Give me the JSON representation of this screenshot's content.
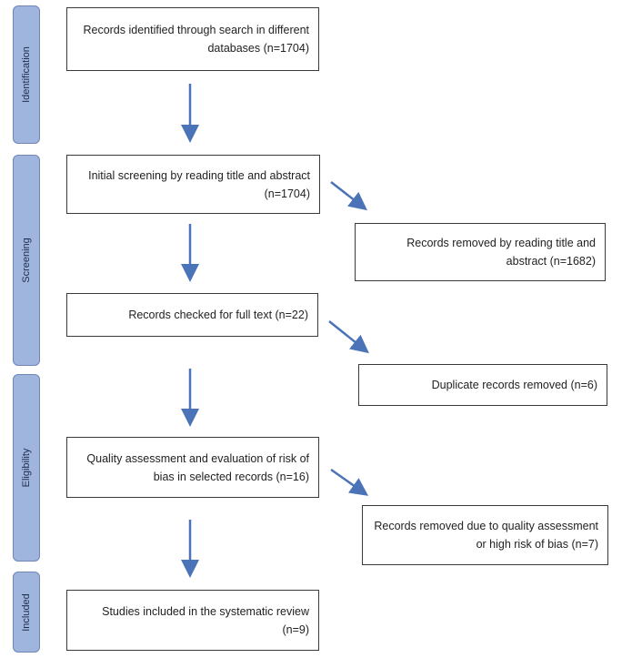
{
  "phases": {
    "identification": "Identification",
    "screening": "Screening",
    "eligibility": "Eligibility",
    "included": "Included"
  },
  "boxes": {
    "identified": "Records identified through search in different databases (n=1704)",
    "initial_screening": "Initial screening by reading title and abstract (n=1704)",
    "removed_title_abstract": "Records removed by reading title and abstract (n=1682)",
    "full_text": "Records checked for full text (n=22)",
    "duplicates_removed": "Duplicate records removed (n=6)",
    "quality_assessment": "Quality assessment and evaluation of risk of bias in selected records (n=16)",
    "removed_quality": "Records removed due to quality assessment or high risk of bias (n=7)",
    "included_studies": "Studies included in the systematic review (n=9)"
  },
  "colors": {
    "phase_fill": "#9fb5dd",
    "arrow": "#4a74b7"
  }
}
